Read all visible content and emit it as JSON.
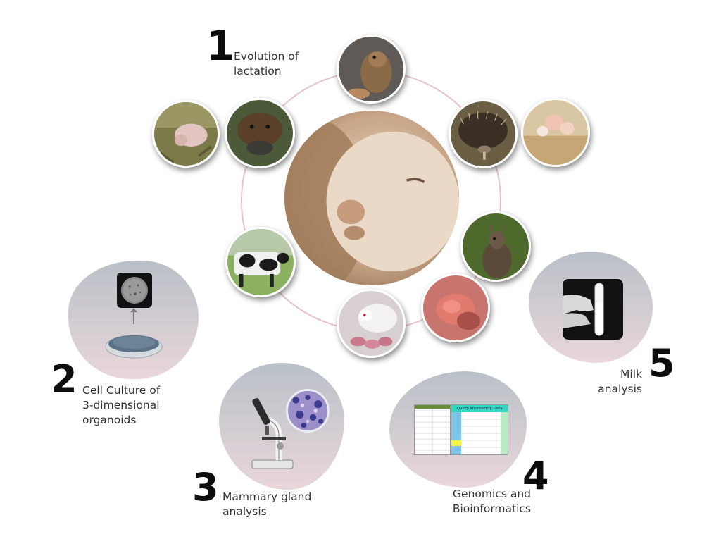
{
  "steps": [
    {
      "number": "1",
      "label_lines": [
        "Evolution of",
        "lactation"
      ]
    },
    {
      "number": "2",
      "label_lines": [
        "Cell Culture of",
        "3-dimensional",
        "organoids"
      ]
    },
    {
      "number": "3",
      "label_lines": [
        "Mammary gland",
        "analysis"
      ]
    },
    {
      "number": "4",
      "label_lines": [
        "Genomics and",
        "Bioinformatics"
      ]
    },
    {
      "number": "5",
      "label_lines": [
        "Milk",
        "analysis"
      ]
    }
  ],
  "spreadsheet_header": "Query Microarray Data",
  "colors": {
    "ring": "#e7c3c8",
    "blob_top": "#b9c0c7",
    "blob_bottom": "#e9d6d9",
    "number": "#0d0d0d",
    "label": "#333333"
  },
  "photos": [
    "newborn-marsupial-photo",
    "platypus-photo",
    "seal-pup-photo",
    "echidna-photo",
    "eggs-photo",
    "wallaby-photo",
    "pink-joey-photo",
    "mouse-photo",
    "cow-photo",
    "breastfeeding-infant-photo"
  ]
}
